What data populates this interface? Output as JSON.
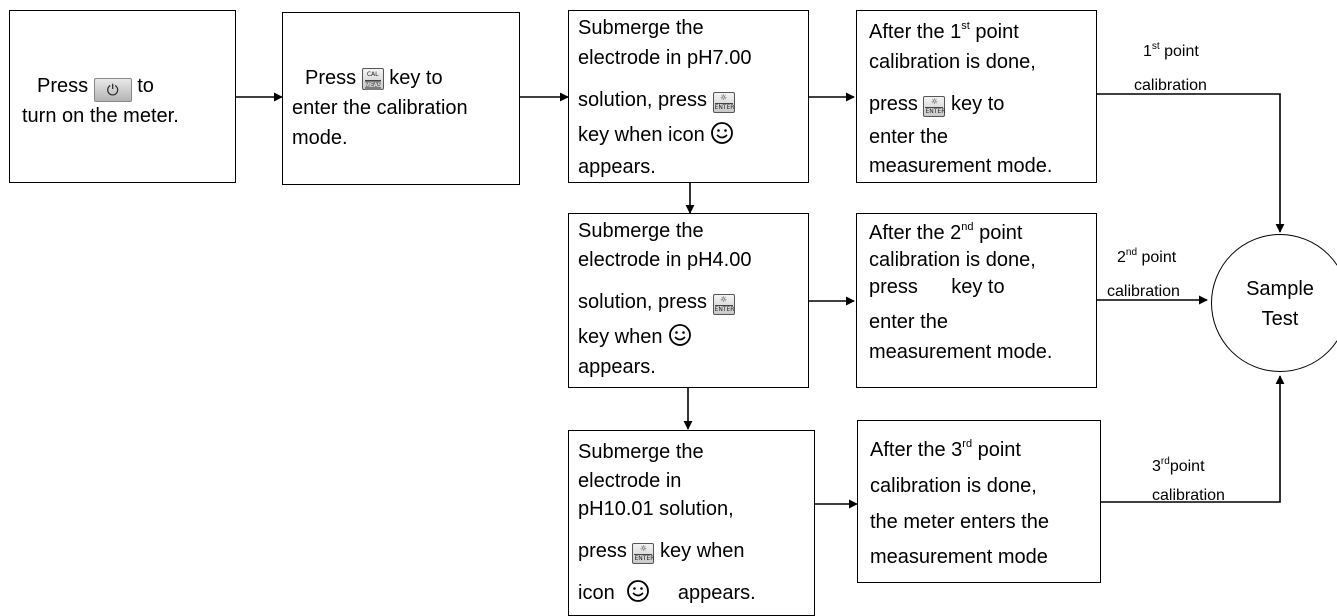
{
  "box_power": {
    "press": "Press",
    "key_symbol": "⏻",
    "to": "to",
    "line2": "turn on the meter."
  },
  "box_cal": {
    "press": "Press",
    "key_top": "CAL",
    "key_bottom": "MEAS",
    "key_to": "key to",
    "line2": "enter the calibration",
    "line3": "mode."
  },
  "box_ph7": {
    "l1": "Submerge the",
    "l2": "electrode in pH7.00",
    "l3a": "solution, press",
    "l4": "key when icon",
    "l5": "appears."
  },
  "box_ph4": {
    "l1": "Submerge the",
    "l2": "electrode in pH4.00",
    "l3a": "solution, press",
    "l4": "key when",
    "l5": "appears."
  },
  "box_ph10": {
    "l1": "Submerge the",
    "l2": "electrode in",
    "l3": "pH10.01 solution,",
    "l4a": "press",
    "l4b": "key when",
    "l5a": "icon",
    "l5b": "appears."
  },
  "box_done1": {
    "l1a": "After the 1",
    "l1sup": "st",
    "l1b": " point",
    "l2": "calibration is done,",
    "l3a": "press",
    "l3b": "key to",
    "l4": "enter the",
    "l5": "measurement mode."
  },
  "box_done2": {
    "l1a": "After the 2",
    "l1sup": "nd",
    "l1b": " point",
    "l2": "calibration is done,",
    "l3": "press      key to",
    "l4": "enter the",
    "l5": "measurement mode."
  },
  "box_done3": {
    "l1a": "After the 3",
    "l1sup": "rd",
    "l1b": " point",
    "l2": "calibration is done,",
    "l3": "the meter enters the",
    "l4": "measurement mode"
  },
  "labels": {
    "first": {
      "num": "1",
      "sup": "st",
      "word": " point",
      "line2": "calibration"
    },
    "second": {
      "num": "2",
      "sup": "nd",
      "word": " point",
      "line2": "calibration"
    },
    "third": {
      "num": "3",
      "sup": "rd",
      "word": "point",
      "line2": "calibration"
    }
  },
  "keys": {
    "enter_symbol": "☼",
    "enter_text": "ENTER",
    "smile_icon": "smiley-face-icon",
    "power_icon": "power-icon"
  },
  "sample_test": {
    "line1": "Sample",
    "line2": "Test"
  }
}
